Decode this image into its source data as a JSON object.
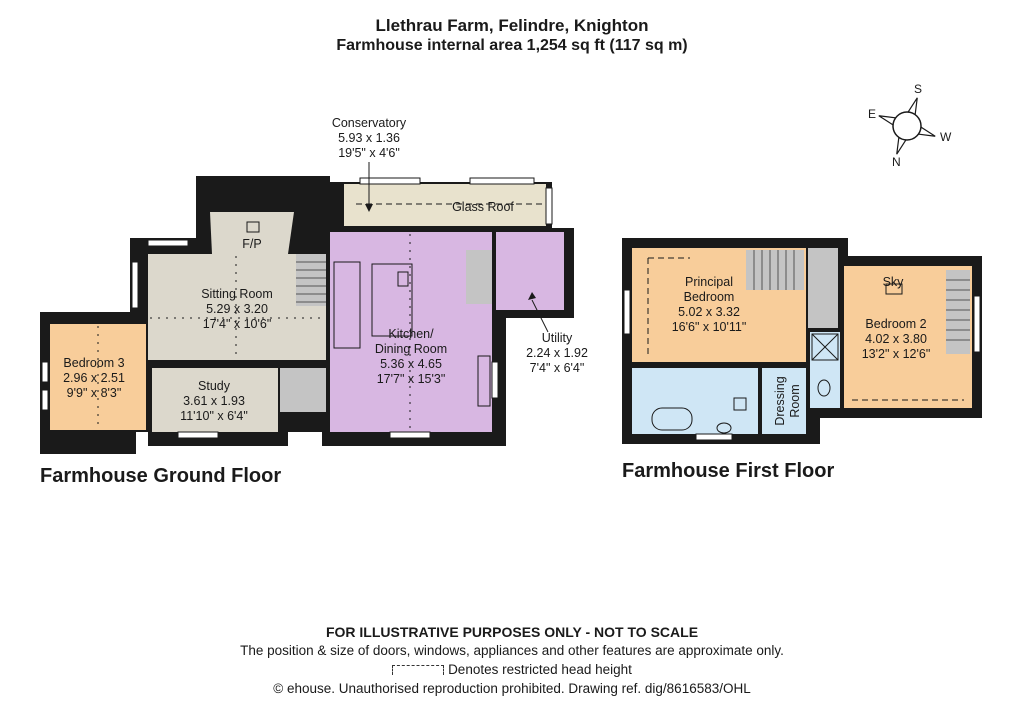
{
  "header": {
    "title": "Llethrau Farm, Felindre, Knighton",
    "subtitle": "Farmhouse internal area 1,254 sq ft (117 sq m)"
  },
  "floors": {
    "ground": "Farmhouse Ground Floor",
    "first": "Farmhouse First Floor"
  },
  "compass": {
    "s": "S",
    "e": "E",
    "w": "W",
    "n": "N"
  },
  "rooms": {
    "conservatory": {
      "name": "Conservatory",
      "metric": "5.93 x 1.36",
      "imperial": "19'5\" x 4'6\"",
      "note": "Glass Roof"
    },
    "sitting": {
      "name": "Sitting Room",
      "metric": "5.29 x 3.20",
      "imperial": "17'4\" x 10'6\"",
      "fp": "F/P"
    },
    "bedroom3": {
      "name": "Bedroom 3",
      "metric": "2.96 x 2.51",
      "imperial": "9'9\" x 8'3\""
    },
    "study": {
      "name": "Study",
      "metric": "3.61 x 1.93",
      "imperial": "11'10\" x 6'4\""
    },
    "kitchen": {
      "name1": "Kitchen/",
      "name2": "Dining Room",
      "metric": "5.36 x 4.65",
      "imperial": "17'7\" x 15'3\""
    },
    "utility": {
      "name": "Utility",
      "metric": "2.24 x 1.92",
      "imperial": "7'4\" x 6'4\""
    },
    "principal": {
      "name1": "Principal",
      "name2": "Bedroom",
      "metric": "5.02 x 3.32",
      "imperial": "16'6\" x 10'11\""
    },
    "bedroom2": {
      "name": "Bedroom 2",
      "metric": "4.02 x 3.80",
      "imperial": "13'2\" x 12'6\"",
      "sky": "Sky"
    },
    "dressing": {
      "name1": "Dressing",
      "name2": "Room"
    }
  },
  "footer": {
    "disclaimer": "FOR ILLUSTRATIVE PURPOSES ONLY - NOT TO SCALE",
    "note": "The position & size of doors, windows, appliances and other features are approximate only.",
    "legend": "Denotes restricted head height",
    "copyright": "© ehouse. Unauthorised reproduction prohibited. Drawing ref. dig/8616583/OHL"
  },
  "colors": {
    "walls": "#1a1a1a",
    "sitting_study": "#dcd8cc",
    "bedroom_orange": "#f8cd9a",
    "kitchen_purple": "#d8b7e2",
    "bathroom_blue": "#cfe6f5",
    "landing_grey": "#c4c4c4",
    "conservatory": "#e8e2cd"
  }
}
